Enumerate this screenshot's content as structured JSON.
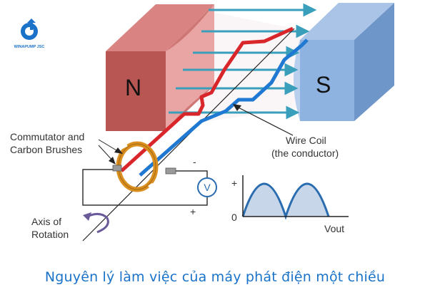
{
  "logo": {
    "text": "WINAPUMP JSC",
    "color": "#1a73c9"
  },
  "magnets": {
    "north": {
      "label": "N",
      "color": "#b85654"
    },
    "south": {
      "label": "S",
      "color": "#7fa6d6"
    }
  },
  "labels": {
    "commutator_line1": "Commutator and",
    "commutator_line2": "Carbon Brushes",
    "wire_coil_line1": "Wire Coil",
    "wire_coil_line2": "(the conductor)",
    "axis_line1": "Axis of",
    "axis_line2": "Rotation",
    "minus": "-",
    "plus": "+",
    "voltmeter": "V"
  },
  "graph": {
    "y_plus": "+",
    "y_zero": "0",
    "x_label": "Vout",
    "fill": "#c7d6e8",
    "stroke": "#2a6cb0"
  },
  "caption": "Nguyên lý làm việc của máy phát điện một chiều",
  "colors": {
    "field_arrows": "#3a9fba",
    "red_wire": "#d9262b",
    "blue_wire": "#1f78d1",
    "commutator": "#d99020"
  }
}
